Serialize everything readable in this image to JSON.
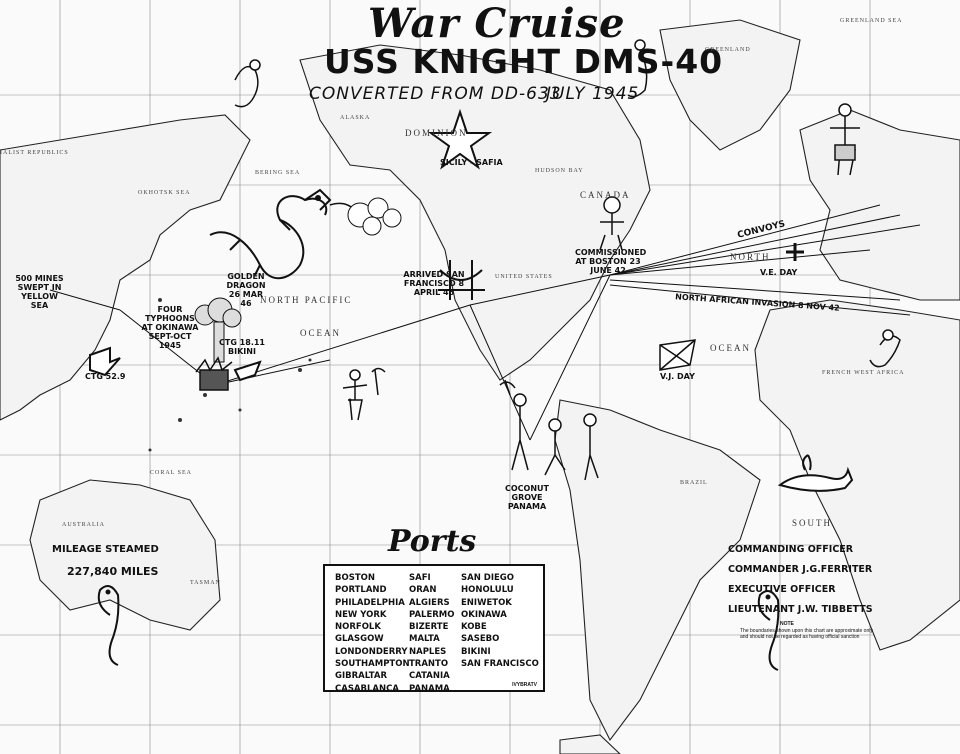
{
  "title": {
    "script": "War Cruise",
    "main": "USS KNIGHT DMS-40",
    "converted": "CONVERTED FROM DD-633",
    "date": "JULY 1945"
  },
  "map_labels": {
    "greenland_sea": "GREENLAND SEA",
    "greenland": "GREENLAND",
    "alaska": "ALASKA",
    "dominion": "DOMINION",
    "canada": "CANADA",
    "republics": "IALIST REPUBLICS",
    "okhotsk": "OKHOTSK SEA",
    "bering": "BERING SEA",
    "hudson": "HUDSON BAY",
    "north_pacific": "NORTH PACIFIC",
    "pacific_ocean": "OCEAN",
    "united_states": "UNITED STATES",
    "north_atlantic": "NORTH",
    "atlantic_ocean": "OCEAN",
    "french_west_africa": "FRENCH WEST AFRICA",
    "brazil": "BRAZIL",
    "south": "SOUTH",
    "australia": "AUSTRALIA",
    "coral_sea": "CORAL SEA",
    "tasman": "TASMAN"
  },
  "annotations": {
    "sicily": "SICILY - SAFIA",
    "golden_dragon": "GOLDEN DRAGON 26 MAR 46",
    "typhoons": "FOUR TYPHOONS AT OKINAWA SEPT-OCT 1945",
    "ctg_bikini": "CTG 18.11 BIKINI",
    "ctg_52": "CTG 52.9",
    "mines": "500 MINES SWEPT IN YELLOW SEA",
    "arrived_sf": "ARRIVED SAN FRANCISCO 8 APRIL 46",
    "commissioned": "COMMISSIONED AT BOSTON 23 JUNE 42",
    "convoys": "CONVOYS",
    "ve_day": "V.E. DAY",
    "north_african": "NORTH AFRICAN INVASION 8 NOV 42",
    "vj_day": "V.J. DAY",
    "coconut_grove": "COCONUT GROVE PANAMA"
  },
  "mileage": {
    "label": "MILEAGE STEAMED",
    "value": "227,840 MILES"
  },
  "ports": {
    "title": "Ports",
    "col1": [
      "BOSTON",
      "PORTLAND",
      "PHILADELPHIA",
      "NEW YORK",
      "NORFOLK",
      "GLASGOW",
      "LONDONDERRY",
      "SOUTHAMPTON",
      "GIBRALTAR",
      "CASABLANCA"
    ],
    "col2": [
      "SAFI",
      "ORAN",
      "ALGIERS",
      "PALERMO",
      "BIZERTE",
      "MALTA",
      "NAPLES",
      "TRANTO",
      "CATANIA",
      "PANAMA"
    ],
    "col3": [
      "SAN DIEGO",
      "HONOLULU",
      "ENIWETOK",
      "OKINAWA",
      "KOBE",
      "SASEBO",
      "BIKINI",
      "SAN FRANCISCO"
    ],
    "signature": "IVYBRATV"
  },
  "officers": {
    "co_title": "COMMANDING OFFICER",
    "co_name": "COMMANDER J.G.FERRITER",
    "xo_title": "EXECUTIVE OFFICER",
    "xo_name": "LIEUTENANT J.W. TIBBETTS"
  },
  "note": {
    "heading": "NOTE",
    "text1": "The boundaries shown upon this chart are approximate only",
    "text2": "and should not be regarded as having official sanction"
  }
}
